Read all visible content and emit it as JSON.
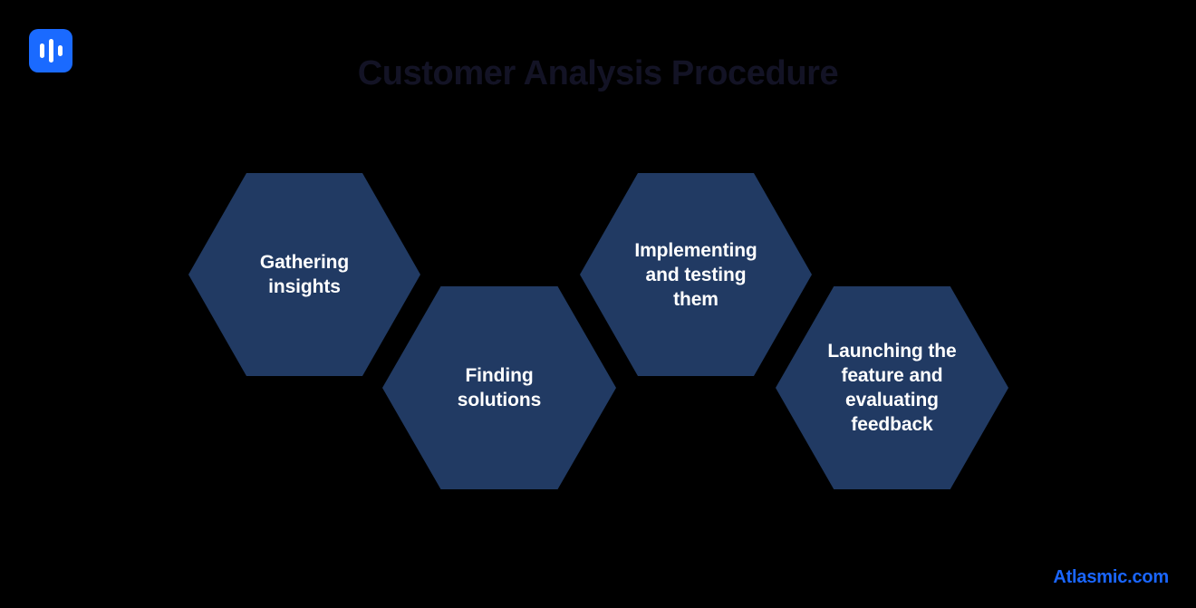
{
  "header": {
    "title": "Customer Analysis Procedure",
    "title_color": "#131325",
    "logo": {
      "icon_name": "atlasmic-waveform-logo-icon",
      "background_color": "#1a6aff",
      "bar_color": "#ffffff"
    }
  },
  "canvas": {
    "background_color": "#000000"
  },
  "diagram": {
    "type": "hexagon-process-flow",
    "shape_fill": "#213a63",
    "label_color": "#ffffff",
    "steps": [
      {
        "index": "1",
        "label": "Gathering insights"
      },
      {
        "index": "2",
        "label": "Finding solutions"
      },
      {
        "index": "3",
        "label": "Implementing and testing them"
      },
      {
        "index": "4",
        "label": "Launching the feature and evaluating feedback"
      }
    ]
  },
  "footer": {
    "brand": "Atlasmic.com",
    "brand_color": "#1a66ff"
  }
}
